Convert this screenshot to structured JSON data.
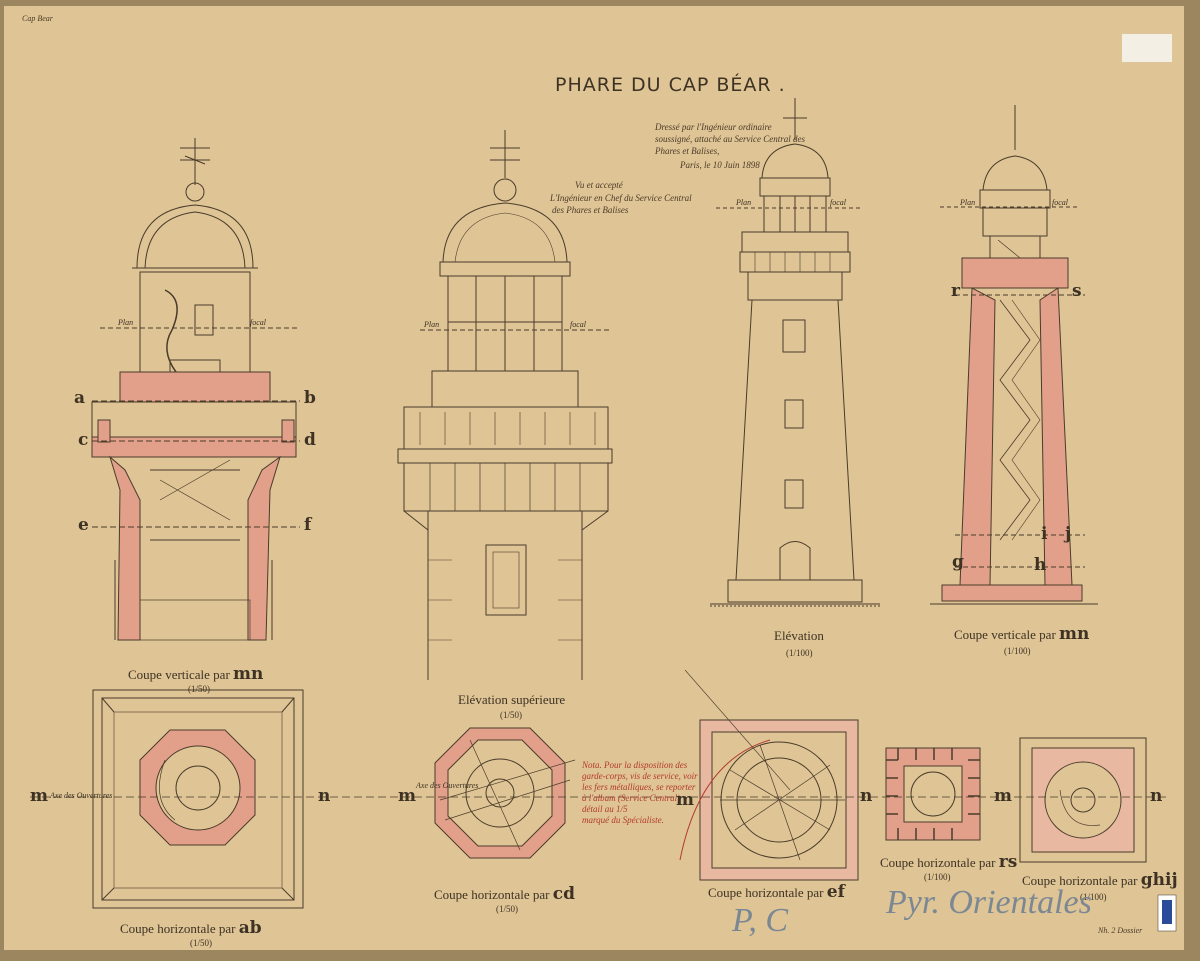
{
  "title": "PHARE DU CAP BÉAR .",
  "corner_note": "Cap Bear",
  "colors": {
    "paper": "#dfc495",
    "ink": "#3d3224",
    "masonry": "#e2a08a",
    "pencil": "#7b8894"
  },
  "views": {
    "section_mn_large": {
      "caption": "Coupe verticale par ",
      "letters": "mn",
      "scale": "(1/50)"
    },
    "elevation_sup": {
      "caption": "Elévation supérieure",
      "scale": "(1/50)"
    },
    "elevation": {
      "caption": "Elévation",
      "scale": "(1/100)"
    },
    "section_mn_small": {
      "caption": "Coupe verticale par ",
      "letters": "mn",
      "scale": "(1/100)"
    },
    "plan_ab": {
      "caption": "Coupe horizontale par ",
      "letters": "ab",
      "scale": "(1/50)"
    },
    "plan_cd": {
      "caption": "Coupe horizontale par ",
      "letters": "cd",
      "scale": "(1/50)"
    },
    "plan_ef": {
      "caption": "Coupe horizontale par ",
      "letters": "ef",
      "scale": ""
    },
    "plan_rs": {
      "caption": "Coupe horizontale par ",
      "letters": "rs",
      "scale": "(1/100)"
    },
    "plan_ghij": {
      "caption": "Coupe horizontale par ",
      "letters": "ghij",
      "scale": "(1/100)"
    }
  },
  "section_letters": [
    "a",
    "b",
    "c",
    "d",
    "e",
    "f",
    "r",
    "s",
    "g",
    "h",
    "i",
    "j",
    "m",
    "n"
  ],
  "labels": {
    "plan": "Plan",
    "focal": "focal",
    "axe": "Axe des Ouvertures"
  },
  "notes": {
    "signature_block_1": [
      "Dressé par l'Ingénieur ordinaire",
      "soussigné, attaché au Service Central des",
      "Phares et Balises,",
      "Paris, le 10 Juin 1898"
    ],
    "signature_block_2": [
      "Vu et accepté",
      "L'Ingénieur en Chef du Service Central",
      "des Phares et Balises"
    ],
    "red_note": [
      "Nota. Pour la disposition des",
      "garde-corps, vis de service, voir",
      "les fers métalliques, se reporter",
      "à l'album (Service Central)",
      "détail au 1/5",
      "marqué du Spécialiste."
    ]
  },
  "pencil_marks": [
    "P, C",
    "Pyr. Orientales"
  ],
  "stamp": "Nh.  2  Dossier"
}
